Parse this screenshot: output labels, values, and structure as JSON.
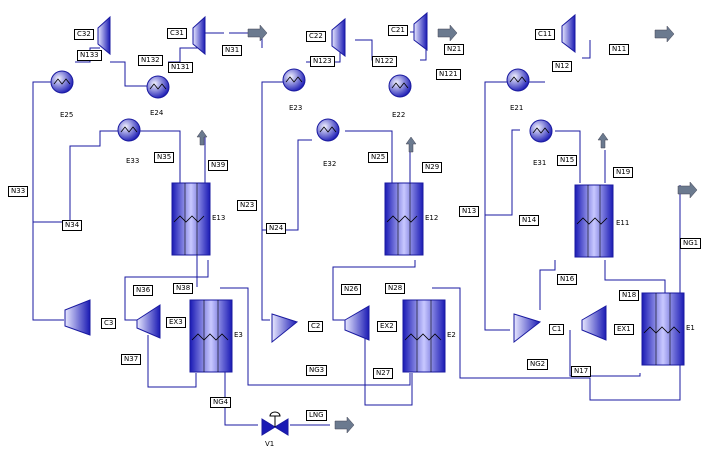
{
  "colors": {
    "line": "#1a1aa0",
    "equip_dark": "#1a1ab4",
    "equip_light": "#e8e8ff",
    "arrow": "#6b7a8f"
  },
  "compressors": [
    "C32",
    "C31",
    "C22",
    "C21",
    "C11"
  ],
  "exchangers_cooler": [
    "E25",
    "E24",
    "E23",
    "E22",
    "E21",
    "E33",
    "E32",
    "E31"
  ],
  "heat_exchangers": [
    "E13",
    "E12",
    "E11",
    "E3",
    "E2",
    "E1"
  ],
  "expanders": [
    "EX3",
    "EX2",
    "EX1"
  ],
  "compressors_low": [
    "C3",
    "C2",
    "C1"
  ],
  "valve": "V1",
  "streams": {
    "N33": "N33",
    "N133": "N133",
    "N132": "N132",
    "N131": "N131",
    "N31": "N31",
    "N123": "N123",
    "N122": "N122",
    "N121": "N121",
    "N21": "N21",
    "N12": "N12",
    "N11": "N11",
    "N35": "N35",
    "N39": "N39",
    "N34": "N34",
    "N36": "N36",
    "N38": "N38",
    "N37": "N37",
    "N23": "N23",
    "N25": "N25",
    "N29": "N29",
    "N24": "N24",
    "N26": "N26",
    "N28": "N28",
    "N27": "N27",
    "N13": "N13",
    "N15": "N15",
    "N19": "N19",
    "N14": "N14",
    "N16": "N16",
    "N18": "N18",
    "N17": "N17",
    "NG1": "NG1",
    "NG2": "NG2",
    "NG3": "NG3",
    "NG4": "NG4",
    "LNG": "LNG"
  }
}
